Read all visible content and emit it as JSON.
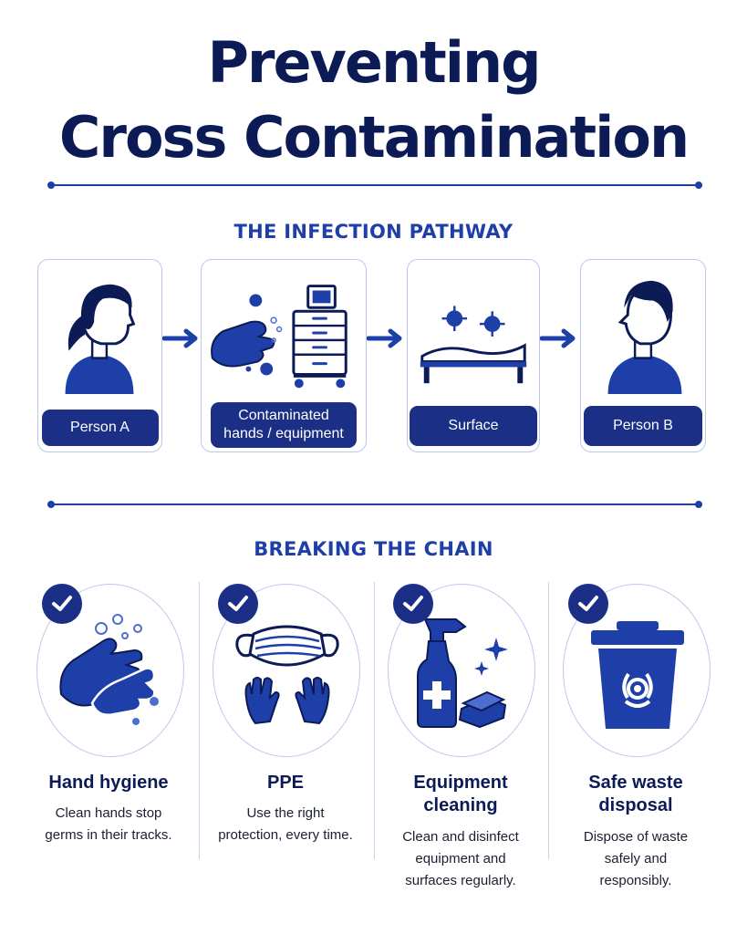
{
  "header": {
    "title_line1": "Preventing",
    "title_line2": "Cross Contamination"
  },
  "pathway": {
    "heading": "THE INFECTION PATHWAY",
    "steps": [
      {
        "label": "Person A",
        "icon": "person-female-icon"
      },
      {
        "label": "Contaminated\nhands / equipment",
        "icon": "contaminated-hand-cart-icon"
      },
      {
        "label": "Surface",
        "icon": "contaminated-surface-icon"
      },
      {
        "label": "Person B",
        "icon": "person-male-icon"
      }
    ]
  },
  "chain": {
    "heading": "BREAKING THE CHAIN",
    "items": [
      {
        "title": "Hand hygiene",
        "description": "Clean hands stop\ngerms in their tracks.",
        "icon": "hand-washing-icon"
      },
      {
        "title": "PPE",
        "description": "Use the right\nprotection, every time.",
        "icon": "mask-gloves-icon"
      },
      {
        "title": "Equipment\ncleaning",
        "description": "Clean and disinfect\nequipment and\nsurfaces regularly.",
        "icon": "spray-cleaning-icon"
      },
      {
        "title": "Safe waste\ndisposal",
        "description": "Dispose of waste\nsafely and\nresponsibly.",
        "icon": "biohazard-bin-icon"
      }
    ]
  },
  "colors": {
    "navy": "#0c1b56",
    "accent": "#1e3ea8",
    "label_bg": "#1a2f85",
    "border": "#b9c8ec"
  }
}
